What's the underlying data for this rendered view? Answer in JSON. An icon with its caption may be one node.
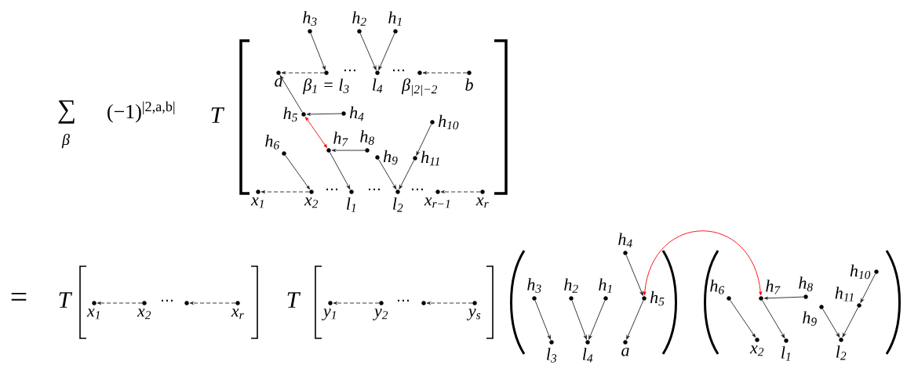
{
  "diagram": {
    "nodes": [
      {
        "text": [],
        "shape": "circle",
        "beside": [
          "h$_{3}$"
        ]
      },
      {
        "text": [],
        "shape": "circle",
        "beside": [
          "h$_{2}$"
        ]
      },
      {
        "text": [],
        "shape": "circle",
        "beside": [
          "h$_{1}$"
        ]
      },
      {
        "text": [],
        "shape": "circle",
        "beside": [
          "a"
        ]
      },
      {
        "text": [],
        "shape": "circle",
        "beside": [
          "β$_{1}$ = l$_{3}$"
        ]
      },
      {
        "text": [],
        "shape": "circle",
        "beside": [
          "l$_{4}$"
        ]
      },
      {
        "text": [],
        "shape": "circle",
        "beside": [
          "β$_{|2|−2}$"
        ]
      },
      {
        "text": [],
        "shape": "circle",
        "beside": [
          "b"
        ]
      },
      {
        "text": [],
        "shape": "circle",
        "beside": [
          "h$_{5}$"
        ]
      },
      {
        "text": [],
        "shape": "circle",
        "beside": [
          "h$_{4}$"
        ]
      },
      {
        "text": [],
        "shape": "circle",
        "beside": [
          "h$_{6}$"
        ]
      },
      {
        "text": [],
        "shape": "circle",
        "beside": [
          "h$_{7}$"
        ]
      },
      {
        "text": [],
        "shape": "circle",
        "beside": [
          "h$_{8}$"
        ]
      },
      {
        "text": [],
        "shape": "circle",
        "beside": [
          "h$_{10}$"
        ]
      },
      {
        "text": [],
        "shape": "circle",
        "beside": [
          "h$_{9}$"
        ]
      },
      {
        "text": [],
        "shape": "circle",
        "beside": [
          "h$_{11}$"
        ]
      },
      {
        "text": [],
        "shape": "circle",
        "beside": [
          "x$_{1}$"
        ]
      },
      {
        "text": [],
        "shape": "circle",
        "beside": [
          "x$_{2}$"
        ]
      },
      {
        "text": [],
        "shape": "circle",
        "beside": [
          "l$_{1}$"
        ]
      },
      {
        "text": [],
        "shape": "circle",
        "beside": [
          "l$_{2}$"
        ]
      },
      {
        "text": [],
        "shape": "circle",
        "beside": [
          "x$_{r−1}$"
        ]
      },
      {
        "text": [],
        "shape": "circle",
        "beside": [
          "x$_{r}$"
        ]
      },
      {
        "text": [],
        "shape": "circle",
        "beside": [
          "x$_{1}$"
        ]
      },
      {
        "text": [],
        "shape": "circle",
        "beside": [
          "x$_{2}$"
        ]
      },
      {
        "text": [],
        "shape": "circle"
      },
      {
        "text": [],
        "shape": "circle",
        "beside": [
          "x$_{r}$"
        ]
      },
      {
        "text": [],
        "shape": "circle",
        "beside": [
          "y$_{1}$"
        ]
      },
      {
        "text": [],
        "shape": "circle",
        "beside": [
          "y$_{2}$"
        ]
      },
      {
        "text": [],
        "shape": "circle"
      },
      {
        "text": [],
        "shape": "circle",
        "beside": [
          "y$_{s}$"
        ]
      },
      {
        "text": [],
        "shape": "circle",
        "beside": [
          "h$_{3}$"
        ]
      },
      {
        "text": [],
        "shape": "circle",
        "beside": [
          "h$_{2}$"
        ]
      },
      {
        "text": [],
        "shape": "circle",
        "beside": [
          "h$_{1}$"
        ]
      },
      {
        "text": [],
        "shape": "circle",
        "beside": [
          "h$_{4}$"
        ]
      },
      {
        "text": [],
        "shape": "circle",
        "beside": [
          "h$_{5}$"
        ]
      },
      {
        "text": [],
        "shape": "circle",
        "beside": [
          "l$_{3}$"
        ]
      },
      {
        "text": [],
        "shape": "circle",
        "beside": [
          "l$_{4}$"
        ]
      },
      {
        "text": [],
        "shape": "circle",
        "beside": [
          "a"
        ]
      },
      {
        "text": [],
        "shape": "circle",
        "beside": [
          "h$_{6}$"
        ]
      },
      {
        "text": [],
        "shape": "circle",
        "beside": [
          "h$_{7}$"
        ]
      },
      {
        "text": [],
        "shape": "circle",
        "beside": [
          "h$_{8}$"
        ]
      },
      {
        "text": [],
        "shape": "circle",
        "beside": [
          "h$_{10}$"
        ]
      },
      {
        "text": [],
        "shape": "circle",
        "beside": [
          "h$_{11}$"
        ]
      },
      {
        "text": [],
        "shape": "circle",
        "beside": [
          "h$_{9}$"
        ]
      },
      {
        "text": [],
        "shape": "circle",
        "beside": [
          "x$_{2}$"
        ]
      },
      {
        "text": [],
        "shape": "circle",
        "beside": [
          "l$_{1}$"
        ]
      },
      {
        "text": [],
        "shape": "circle",
        "beside": [
          "l$_{2}$"
        ]
      }
    ],
    "edges": [
      {
        "from": 0,
        "to": 4,
        "arrow": "to"
      },
      {
        "from": 1,
        "to": 5,
        "arrow": "to"
      },
      {
        "from": 2,
        "to": 5,
        "arrow": "to"
      },
      {
        "from": 4,
        "to": 3,
        "arrow": "to",
        "style": "dashed"
      },
      {
        "from": 7,
        "to": 6,
        "arrow": "to",
        "style": "dashed"
      },
      {
        "from": 8,
        "to": 3,
        "arrow": "to"
      },
      {
        "from": 9,
        "to": 8,
        "arrow": "to"
      },
      {
        "from": 8,
        "to": 11,
        "arrow": "both",
        "color": "#ff0000"
      },
      {
        "from": 11,
        "to": 18,
        "arrow": "to"
      },
      {
        "from": 12,
        "to": 11,
        "arrow": "to"
      },
      {
        "from": 10,
        "to": 17,
        "arrow": "to"
      },
      {
        "from": 14,
        "to": 19,
        "arrow": "to"
      },
      {
        "from": 13,
        "to": 15,
        "arrow": "to"
      },
      {
        "from": 15,
        "to": 19,
        "arrow": "to"
      },
      {
        "from": 17,
        "to": 16,
        "arrow": "to",
        "style": "dashed"
      },
      {
        "from": 21,
        "to": 20,
        "arrow": "to",
        "style": "dashed"
      },
      {
        "from": 23,
        "to": 22,
        "arrow": "to",
        "style": "dashed"
      },
      {
        "from": 25,
        "to": 24,
        "arrow": "to",
        "style": "dashed"
      },
      {
        "from": 27,
        "to": 26,
        "arrow": "to",
        "style": "dashed"
      },
      {
        "from": 29,
        "to": 28,
        "arrow": "to",
        "style": "dashed"
      },
      {
        "from": 30,
        "to": 35,
        "arrow": "to"
      },
      {
        "from": 31,
        "to": 36,
        "arrow": "to"
      },
      {
        "from": 32,
        "to": 36,
        "arrow": "to"
      },
      {
        "from": 33,
        "to": 34,
        "arrow": "to"
      },
      {
        "from": 34,
        "to": 37,
        "arrow": "to"
      },
      {
        "from": 38,
        "to": 44,
        "arrow": "to"
      },
      {
        "from": 39,
        "to": 45,
        "arrow": "to"
      },
      {
        "from": 40,
        "to": 39,
        "arrow": "to"
      },
      {
        "from": 41,
        "to": 42,
        "arrow": "to"
      },
      {
        "from": 42,
        "to": 46,
        "arrow": "to"
      },
      {
        "from": 43,
        "to": 46,
        "arrow": "to"
      },
      {
        "from": 34,
        "to": 39,
        "arrow": "both",
        "color": "#ff0000"
      }
    ],
    "labels": [
      "∑",
      "β",
      "(−1)$^{|2,a,b|}$",
      "T",
      "⋯",
      "⋯",
      "⋯",
      "⋯",
      "⋯",
      "=",
      "T",
      "⋯",
      "T",
      "⋯"
    ]
  }
}
